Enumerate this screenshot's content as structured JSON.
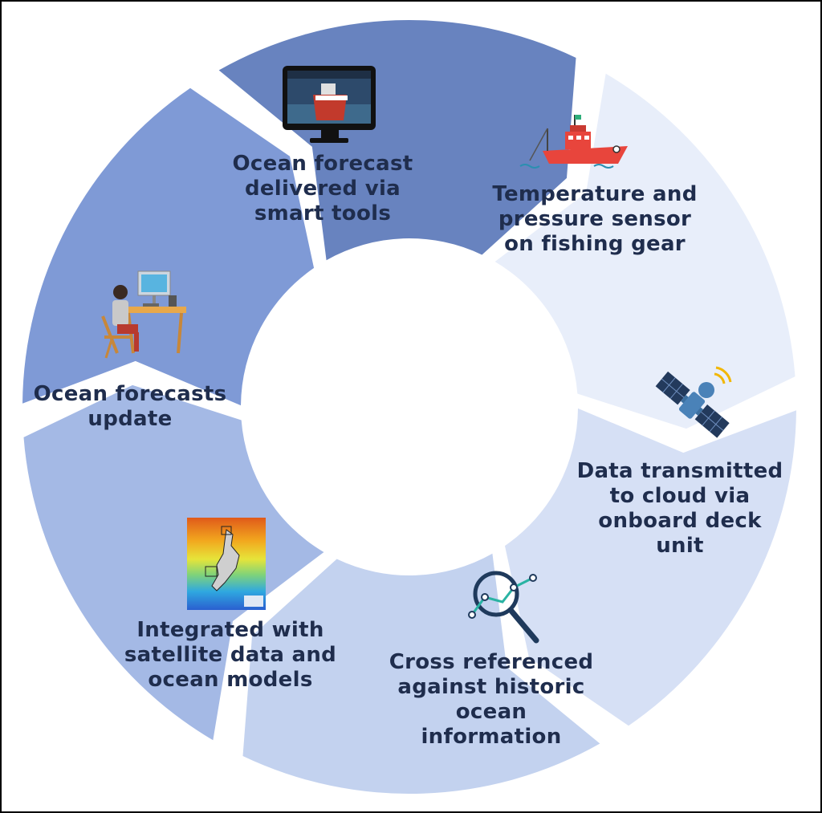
{
  "diagram": {
    "title": "",
    "stages": [
      {
        "id": "sensor",
        "lines": [
          "Temperature and",
          "pressure sensor",
          "on fishing gear"
        ],
        "color": "#e8eefa",
        "icon": "fishing-boat-icon"
      },
      {
        "id": "transmit",
        "lines": [
          "Data transmitted",
          "to cloud via",
          "onboard deck",
          "unit"
        ],
        "color": "#d6e0f5",
        "icon": "satellite-icon"
      },
      {
        "id": "crossref",
        "lines": [
          "Cross referenced",
          "against historic",
          "ocean",
          "information"
        ],
        "color": "#c3d2ef",
        "icon": "magnifier-chart-icon"
      },
      {
        "id": "integrated",
        "lines": [
          "Integrated with",
          "satellite data and",
          "ocean models"
        ],
        "color": "#a4b9e5",
        "icon": "ocean-model-map-icon"
      },
      {
        "id": "update",
        "lines": [
          "Ocean forecasts",
          "update"
        ],
        "color": "#7f9ad6",
        "icon": "person-at-desk-icon"
      },
      {
        "id": "delivered",
        "lines": [
          "Ocean forecast",
          "delivered via",
          "smart tools"
        ],
        "color": "#6883bf",
        "icon": "monitor-icon"
      }
    ],
    "text_color": "#1f2d4d"
  }
}
